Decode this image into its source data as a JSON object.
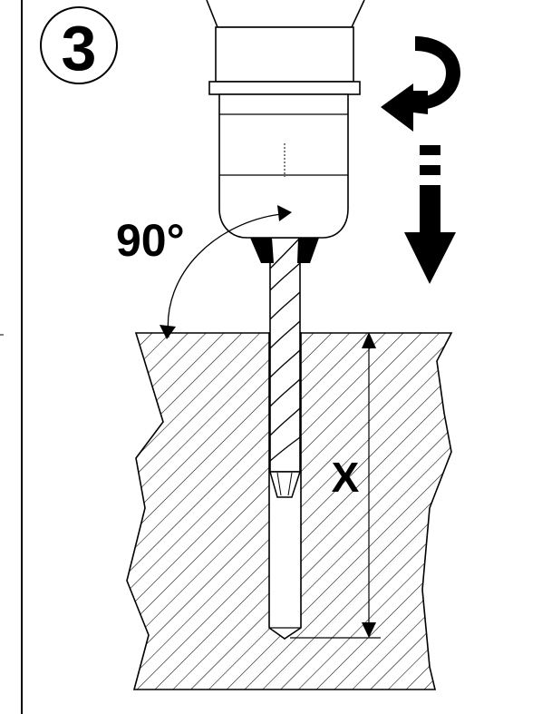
{
  "step": {
    "number": "3"
  },
  "labels": {
    "angle": "90°",
    "depth": "X"
  },
  "icons": {
    "rotation": "curved-rotation-arrow-icon",
    "feed": "downward-feed-arrow-icon"
  },
  "colors": {
    "ink": "#000000",
    "paper": "#ffffff"
  }
}
